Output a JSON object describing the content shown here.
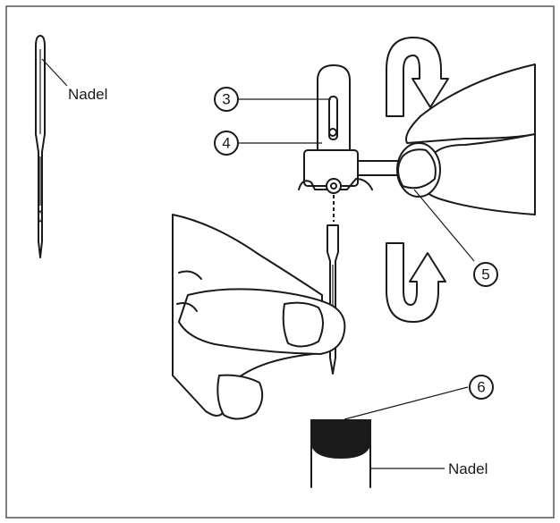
{
  "labels": {
    "needle_top": "Nadel",
    "needle_bottom": "Nadel"
  },
  "callouts": [
    "3",
    "4",
    "5",
    "6"
  ],
  "colors": {
    "ink": "#1a1a1a",
    "frame": "#555555",
    "background": "#ffffff"
  }
}
